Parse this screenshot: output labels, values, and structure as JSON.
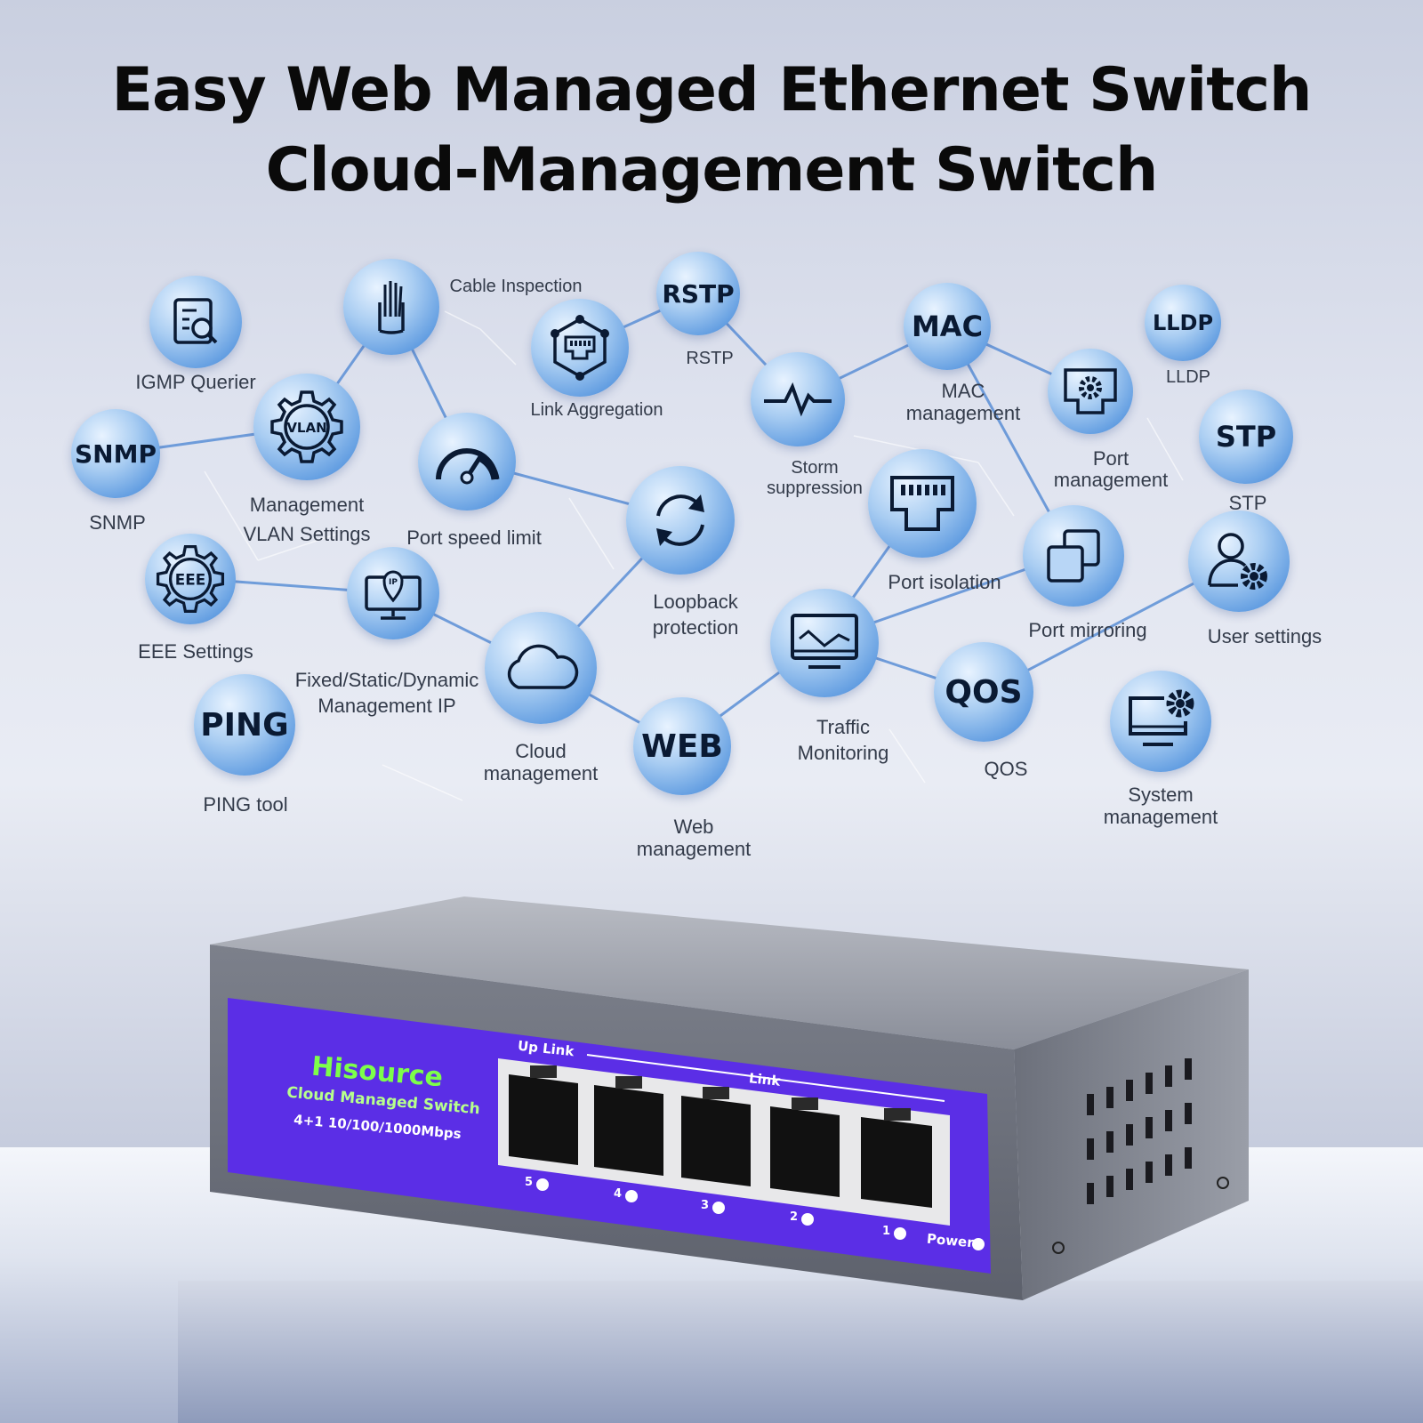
{
  "title_line1": "Easy Web Managed Ethernet Switch",
  "title_line2": "Cloud-Management Switch",
  "features": {
    "igmp": "IGMP Querier",
    "cable": "Cable Inspection",
    "rstp_icon": "RSTP",
    "rstp": "RSTP",
    "mac_icon": "MAC",
    "mac_1": "MAC",
    "mac_2": "management",
    "lldp_icon": "LLDP",
    "lldp": "LLDP",
    "link_agg": "Link Aggregation",
    "snmp_icon": "SNMP",
    "snmp": "SNMP",
    "vlan_badge": "VLAN",
    "vlan_1": "Management",
    "vlan_2": "VLAN Settings",
    "speed": "Port speed limit",
    "storm_1": "Storm",
    "storm_2": "suppression",
    "portmgmt_1": "Port",
    "portmgmt_2": "management",
    "stp_icon": "STP",
    "stp": "STP",
    "eee_badge": "EEE",
    "eee": "EEE Settings",
    "ip_badge": "IP",
    "ip_1": "Fixed/Static/Dynamic",
    "ip_2": "Management IP",
    "loop_1": "Loopback",
    "loop_2": "protection",
    "isolation": "Port isolation",
    "mirroring": "Port mirroring",
    "user": "User settings",
    "ping_icon": "PING",
    "ping": "PING tool",
    "cloud_1": "Cloud",
    "cloud_2": "management",
    "web_icon": "WEB",
    "web_1": "Web",
    "web_2": "management",
    "traffic_1": "Traffic",
    "traffic_2": "Monitoring",
    "qos_icon": "QOS",
    "qos": "QOS",
    "sys_1": "System",
    "sys_2": "management"
  },
  "device": {
    "brand": "Hisource",
    "model": "Cloud Managed Switch",
    "spec": "4+1 10/100/1000Mbps",
    "uplink": "Up Link",
    "link": "Link",
    "ports": [
      "5",
      "4",
      "3",
      "2",
      "1"
    ],
    "power": "Power"
  },
  "colors": {
    "node": "#5d9ae0",
    "panel": "#5b2ee6",
    "brand": "#7dff4a",
    "line": "#5b8fd6"
  }
}
